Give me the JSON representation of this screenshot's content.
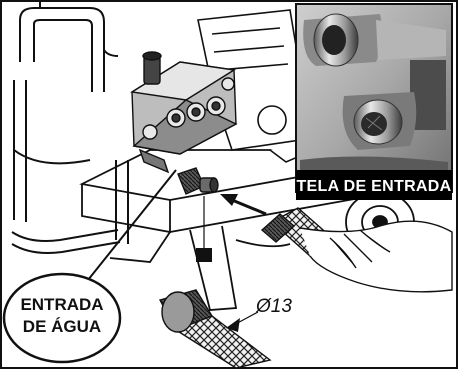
{
  "callouts": {
    "inlet_screen": "TELA DE ENTRADA",
    "water_inlet_line1": "ENTRADA",
    "water_inlet_line2": "DE ÁGUA"
  },
  "dimension": {
    "hose_diameter": "Ø13"
  },
  "colors": {
    "ink": "#111111",
    "label_background": "#000000",
    "label_text": "#ffffff",
    "photo_gray": "#9a9a9a"
  }
}
